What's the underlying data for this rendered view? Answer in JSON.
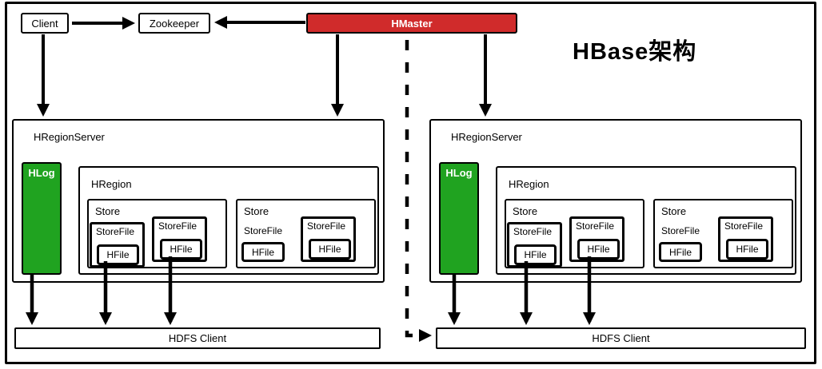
{
  "title": "HBase架构",
  "palette": {
    "hmaster-red": "#d02b2b",
    "hlog-green": "#20a320",
    "ink": "#000000"
  },
  "top": {
    "client": "Client",
    "zookeeper": "Zookeeper",
    "hmaster": "HMaster"
  },
  "servers": [
    {
      "label": "HRegionServer",
      "hlog": "HLog",
      "region": {
        "label": "HRegion",
        "stores": [
          {
            "label": "Store",
            "left": {
              "label": "StoreFile",
              "hfile": "HFile"
            },
            "right": {
              "label": "StoreFile",
              "hfile": "HFile"
            }
          },
          {
            "label": "Store",
            "left": {
              "label": "StoreFile",
              "hfile": "HFile"
            },
            "right": {
              "label": "StoreFile",
              "hfile": "HFile"
            }
          }
        ]
      },
      "hdfs_client": "HDFS Client"
    },
    {
      "label": "HRegionServer",
      "hlog": "HLog",
      "region": {
        "label": "HRegion",
        "stores": [
          {
            "label": "Store",
            "left": {
              "label": "StoreFile",
              "hfile": "HFile"
            },
            "right": {
              "label": "StoreFile",
              "hfile": "HFile"
            }
          },
          {
            "label": "Store",
            "left": {
              "label": "StoreFile",
              "hfile": "HFile"
            },
            "right": {
              "label": "StoreFile",
              "hfile": "HFile"
            }
          }
        ]
      },
      "hdfs_client": "HDFS Client"
    }
  ]
}
